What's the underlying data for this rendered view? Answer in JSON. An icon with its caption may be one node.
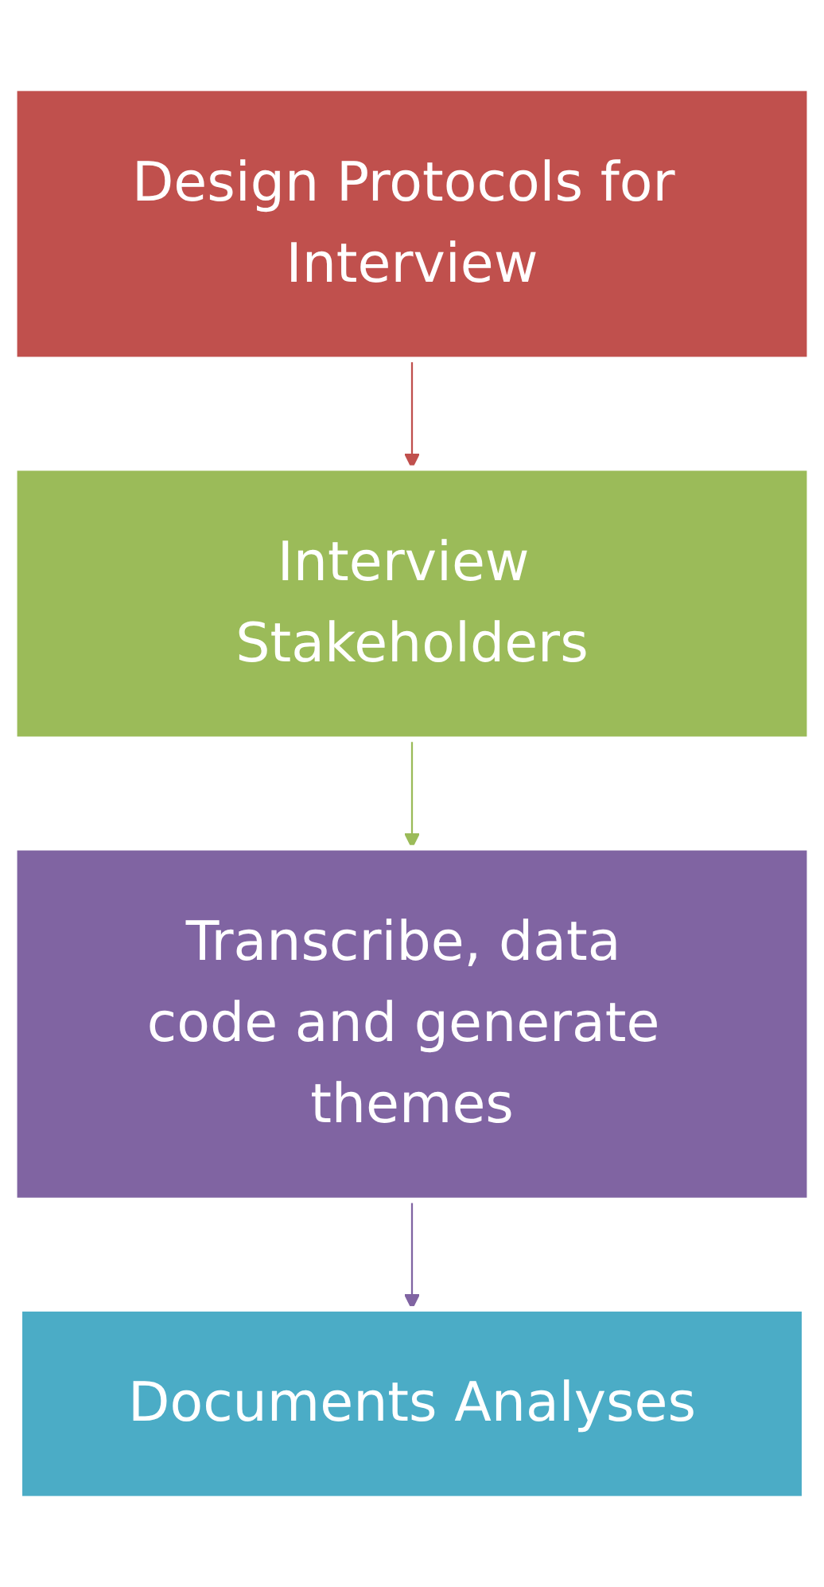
{
  "diagram": {
    "nodes": [
      {
        "text": [
          "Design Protocols for Interview"
        ]
      },
      {
        "text": [
          "Interview Stakeholders"
        ]
      },
      {
        "text": [
          "Transcribe, data code and generate themes"
        ]
      },
      {
        "text": [
          "Documents Analyses"
        ]
      }
    ],
    "edges": [
      {
        "from": 0,
        "to": 1,
        "arrow": "to",
        "color": "#c0504d"
      },
      {
        "from": 1,
        "to": 2,
        "arrow": "to",
        "color": "#9bbb59"
      },
      {
        "from": 2,
        "to": 3,
        "arrow": "to",
        "color": "#8064a2"
      }
    ]
  }
}
